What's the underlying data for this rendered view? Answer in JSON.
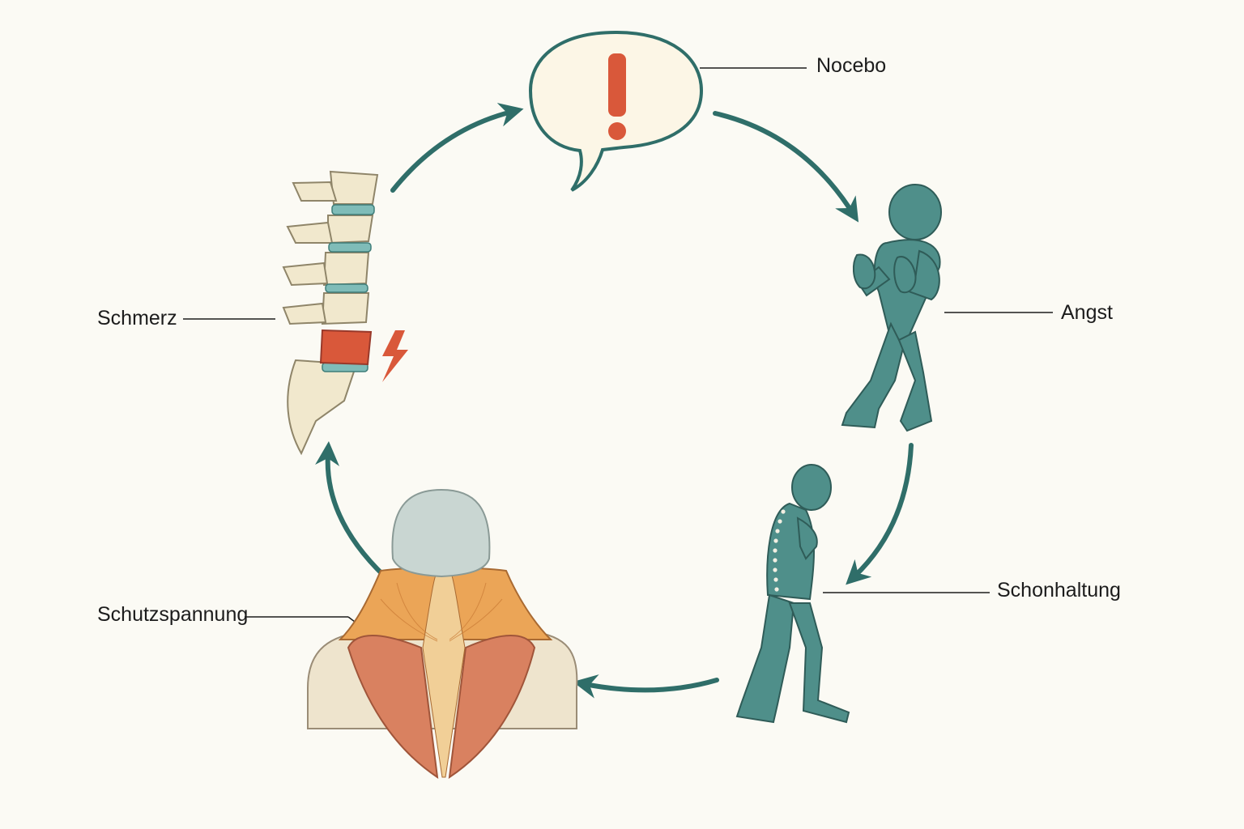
{
  "labels": {
    "nocebo": "Nocebo",
    "angst": "Angst",
    "schonhaltung": "Schonhaltung",
    "schutzspannung": "Schutzspannung",
    "schmerz": "Schmerz"
  },
  "bubble": {
    "symbol": "!"
  },
  "colors": {
    "background": "#fbfaf4",
    "teal": "#2f6e69",
    "figure": "#4f8f8a",
    "accent": "#d9583a",
    "bone": "#f1e8cd",
    "disc": "#7fbcb8",
    "muscle": "#e9a25a"
  },
  "icons": {
    "nocebo": "speech-bubble-exclamation-icon",
    "angst": "fearful-figure-icon",
    "schonhaltung": "stooped-walking-figure-icon",
    "schutzspannung": "tense-neck-shoulder-muscles-icon",
    "schmerz": "lumbar-spine-pain-icon"
  }
}
